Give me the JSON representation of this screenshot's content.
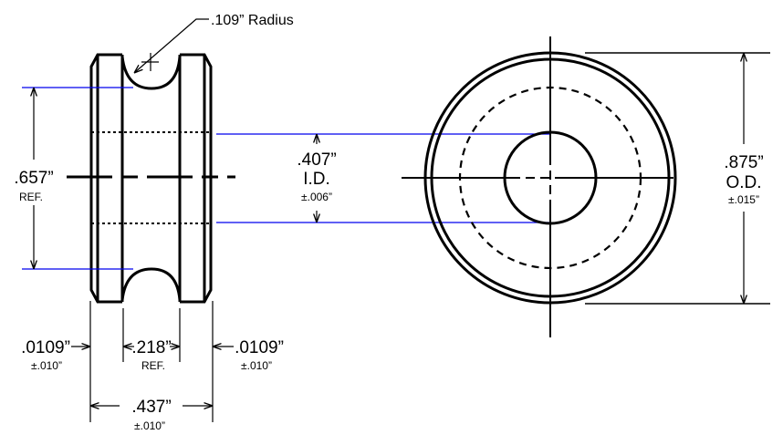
{
  "drawing": {
    "radius_label": ".109” Radius",
    "height_dim": {
      "value": ".657”",
      "note": "REF."
    },
    "id_dim": {
      "value": ".407”",
      "label": "I.D.",
      "tol": "±.006”"
    },
    "od_dim": {
      "value": ".875”",
      "label": "O.D.",
      "tol": "±.015”"
    },
    "left_chamfer": {
      "value": ".0109”",
      "tol": "±.010”"
    },
    "right_chamfer": {
      "value": ".0109”",
      "tol": "±.010”"
    },
    "groove_dim": {
      "value": ".218”",
      "note": "REF."
    },
    "width_dim": {
      "value": ".437”",
      "tol": "±.010”"
    },
    "colors": {
      "line": "#000000",
      "extension": "#0000ee"
    }
  }
}
